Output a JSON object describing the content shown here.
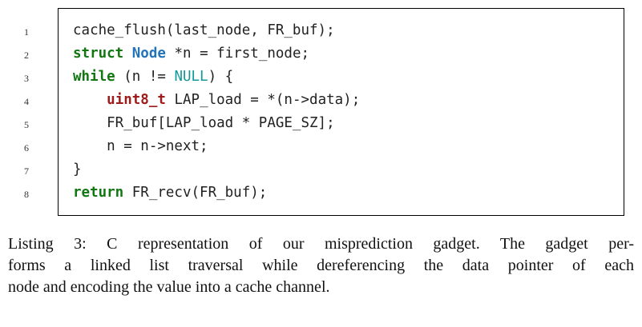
{
  "colors": {
    "background": "#ffffff",
    "box_border": "#000000",
    "code_text": "#222222",
    "line_number_text": "#333333",
    "caption_text": "#111111"
  },
  "token_styles": {
    "plain": {
      "color": "#222222",
      "bold": false
    },
    "keyword": {
      "color": "#117711",
      "bold": true
    },
    "classname": {
      "color": "#2273b8",
      "bold": true
    },
    "basictype": {
      "color": "#9e1b1b",
      "bold": true
    },
    "constant": {
      "color": "#119999",
      "bold": false
    }
  },
  "listing": {
    "lines": [
      {
        "number": "1",
        "tokens": [
          {
            "t": "cache_flush(last_node, FR_buf);",
            "s": "plain"
          }
        ]
      },
      {
        "number": "2",
        "tokens": [
          {
            "t": "struct",
            "s": "keyword"
          },
          {
            "t": " ",
            "s": "plain"
          },
          {
            "t": "Node",
            "s": "classname"
          },
          {
            "t": " *n = first_node;",
            "s": "plain"
          }
        ]
      },
      {
        "number": "3",
        "tokens": [
          {
            "t": "while",
            "s": "keyword"
          },
          {
            "t": " (n != ",
            "s": "plain"
          },
          {
            "t": "NULL",
            "s": "constant"
          },
          {
            "t": ") {",
            "s": "plain"
          }
        ]
      },
      {
        "number": "4",
        "tokens": [
          {
            "t": "    ",
            "s": "plain"
          },
          {
            "t": "uint8_t",
            "s": "basictype"
          },
          {
            "t": " LAP_load = *(n->data);",
            "s": "plain"
          }
        ]
      },
      {
        "number": "5",
        "tokens": [
          {
            "t": "    FR_buf[LAP_load * PAGE_SZ];",
            "s": "plain"
          }
        ]
      },
      {
        "number": "6",
        "tokens": [
          {
            "t": "    n = n->next;",
            "s": "plain"
          }
        ]
      },
      {
        "number": "7",
        "tokens": [
          {
            "t": "}",
            "s": "plain"
          }
        ]
      },
      {
        "number": "8",
        "tokens": [
          {
            "t": "return",
            "s": "keyword"
          },
          {
            "t": " FR_recv(FR_buf);",
            "s": "plain"
          }
        ]
      }
    ]
  },
  "caption": {
    "lines": [
      "Listing 3: C representation of our misprediction gadget. The gadget per-",
      "forms a linked list traversal while dereferencing the data pointer of each",
      "node and encoding the value into a cache channel."
    ]
  }
}
